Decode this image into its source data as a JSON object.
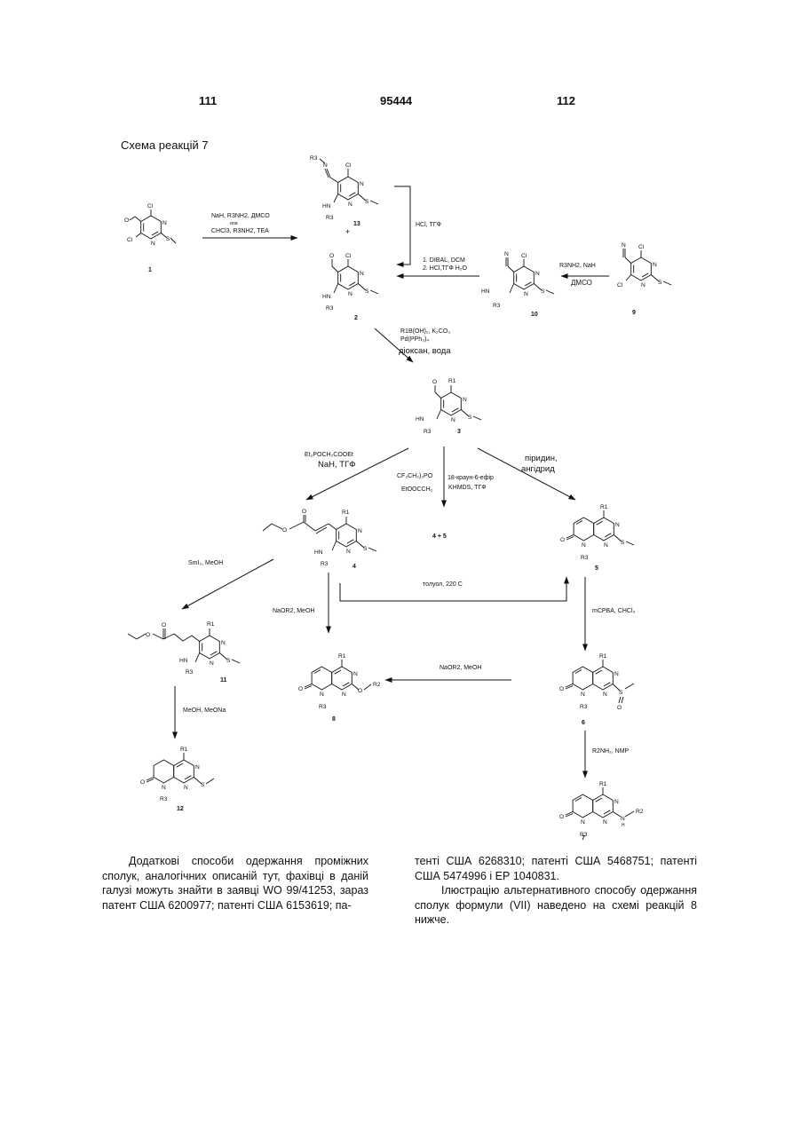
{
  "header": {
    "left_page": "111",
    "patent_no": "95444",
    "right_page": "112"
  },
  "scheme_title": "Схема реакцій 7",
  "atoms": {
    "cl": "Cl",
    "n": "N",
    "s": "S",
    "o": "O",
    "hn": "HN",
    "r1": "R1",
    "r2": "R2",
    "r3": "R3",
    "plus": "+",
    "nh": "N",
    "h": "H"
  },
  "compounds": {
    "c1": "1",
    "c2": "2",
    "c3": "3",
    "c4": "4",
    "c5": "5",
    "c6": "6",
    "c7": "7",
    "c8": "8",
    "c9": "9",
    "c10": "10",
    "c11": "11",
    "c12": "12",
    "c13": "13"
  },
  "conditions": {
    "a1_line1": "NaH, R3NH2, ДМСО",
    "a1_line2": "или",
    "a1_line3": "CHCl3, R3NH2, TEA",
    "hcl_thf": "HCl, ТГФ",
    "dibal_1": "1. DIBAL, DCM",
    "dibal_2": "2. HCl,ТГФ H₂O",
    "r3nh2_nah": "R3NH2, NaH",
    "dmso": "ДМСО",
    "suzuki_1": "R1B(OH)₂, K₂CO₃",
    "suzuki_2": "Pd(PPh₃)₄",
    "suzuki_3": "діоксан, вода",
    "hwe_1": "Et₂POCH₂COOEt",
    "hwe_2": "NaH, ТГФ",
    "sg_1": "CF₃CH₂)₂PO",
    "sg_2": "EtOOCCH₂",
    "sg_3": "18-краун-6-ефір",
    "sg_4": "KHMDS, ТГФ",
    "sg_product": "4  +  5",
    "pyr_1": "піридин,",
    "pyr_2": "ангідрид",
    "smi2": "SmI₂, MeOH",
    "naor2_1": "NaOR2, MeOH",
    "toluene": "толуол, 220 С",
    "mcpba": "mCPBA, CHCl₃",
    "naor2_2": "NaOR2, MeOH",
    "meoh_meona": "MeOH, MeONa",
    "r2nh2": "R2NH₂, NMP"
  },
  "text": {
    "left_col": "Додаткові способи одержання проміжних сполук, аналогічних описаній тут, фахівці в даній галузі можуть знайти в заявці WO 99/41253, зараз патент США 6200977; патенті США 6153619; па-",
    "right_col_p1": "тенті США 6268310; патенті США 5468751; патенті США 5474996 і ЕР 1040831.",
    "right_col_p2": "Ілюстрацію альтернативного способу одержання сполук формули (VII) наведено на схемі реакцій 8 нижче."
  }
}
